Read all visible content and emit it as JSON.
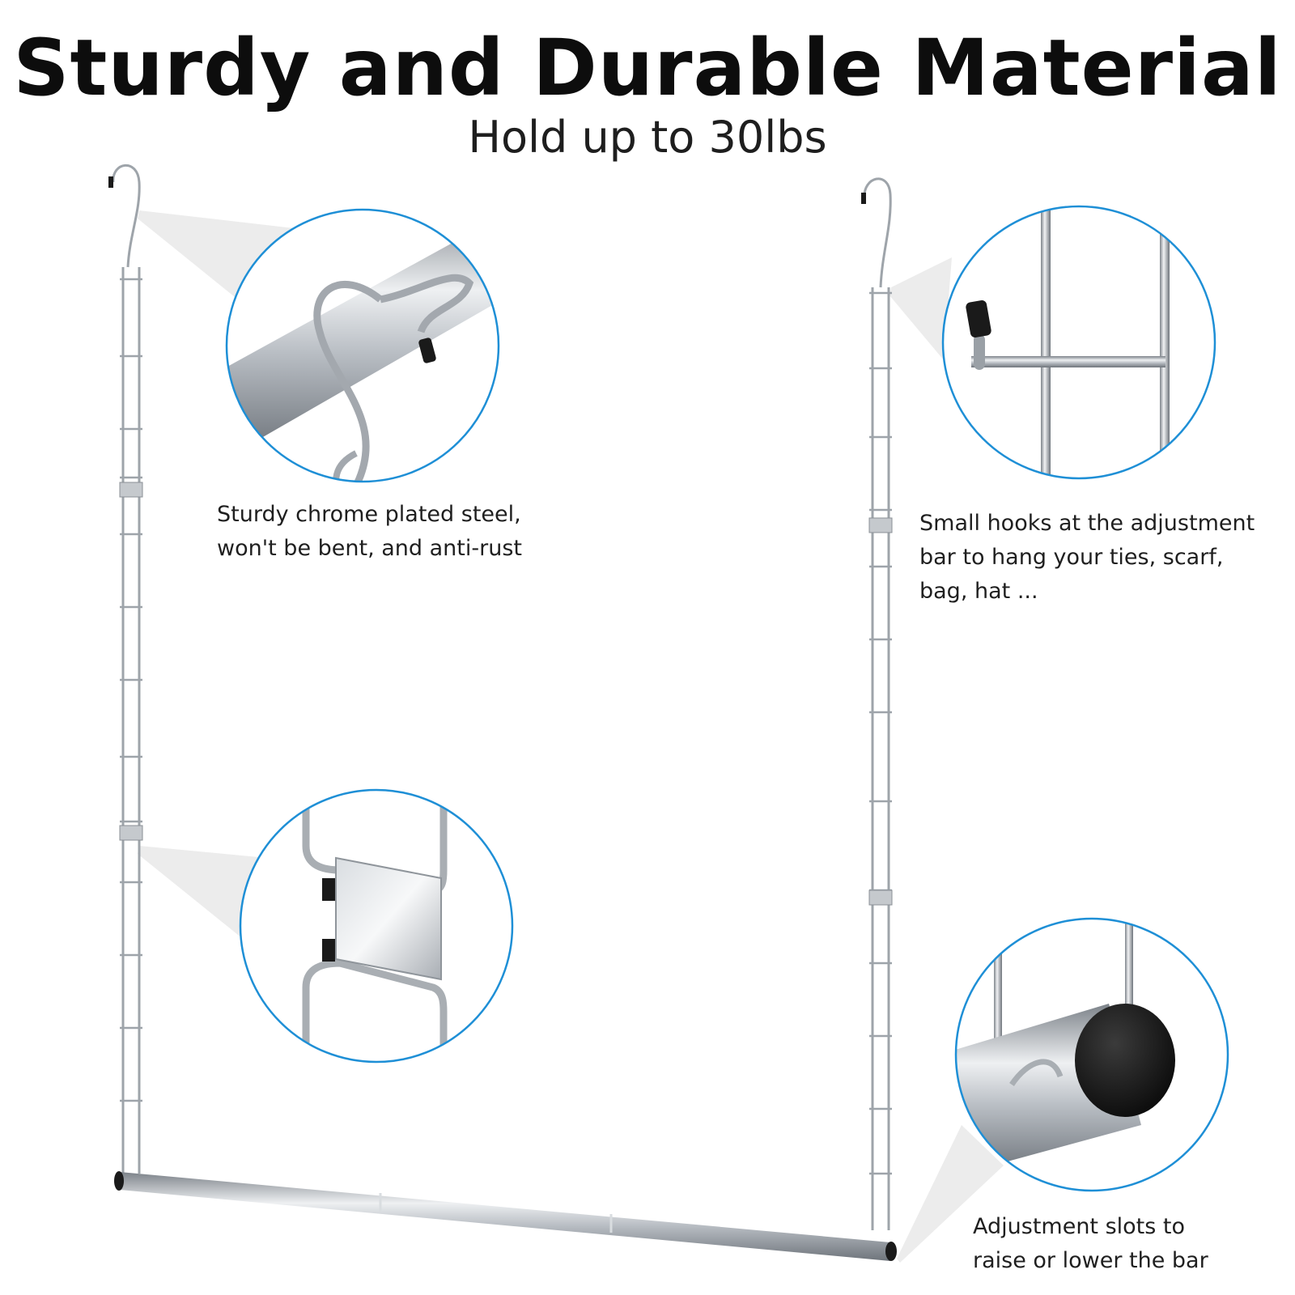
{
  "heading": {
    "title": "Sturdy and Durable Material",
    "subtitle": "Hold up to 30lbs"
  },
  "callouts": {
    "steel": {
      "line1": "Sturdy chrome plated steel,",
      "line2": "won't be bent, and anti-rust"
    },
    "hooks": {
      "line1": "Small hooks at the adjustment",
      "line2": "bar to hang your ties, scarf,",
      "line3": "bag, hat ..."
    },
    "slots": {
      "line1": "Adjustment slots to",
      "line2": "raise or lower the bar"
    }
  },
  "colors": {
    "circle_outline": "#1e8fd6",
    "metal": "#b4b9bf",
    "cap": "#1a1a1a",
    "text": "#1f1f1f"
  }
}
